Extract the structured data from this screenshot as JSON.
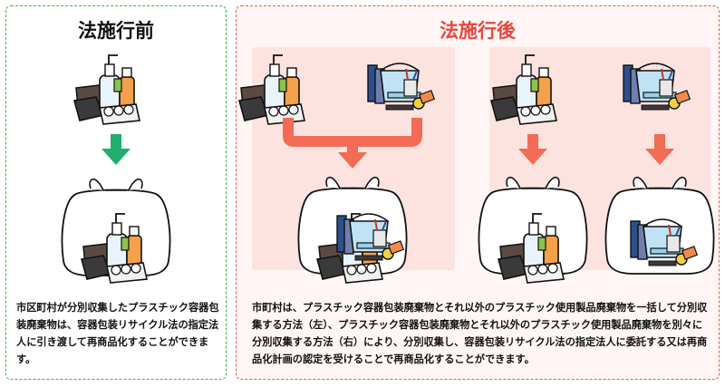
{
  "left": {
    "title": "法施行前",
    "description": "市区町村が分別収集したプラスチック容器包装廃棄物は、容器包装リサイクル法の指定法人に引き渡して再商品化することができます。"
  },
  "right": {
    "title": "法施行後",
    "description": "市町村は、プラスチック容器包装廃棄物とそれ以外のプラスチック使用製品廃棄物を一括して分別収集する方法（左）、プラスチック容器包装廃棄物とそれ以外のプラスチック使用製品廃棄物を別々に分別収集する方法（右）により、分別収集し、容器包装リサイクル法の指定法人に委託する又は再商品化計画の認定を受けることで再商品化することができます。"
  },
  "colors": {
    "left_border": "#3bb54a",
    "left_arrow": "#1fae6b",
    "right_border": "#e85a4f",
    "right_title": "#e8463f",
    "right_arrow": "#f26b55",
    "pink_fill": "#fde3e0"
  },
  "icons": [
    "plastic-containers-icon",
    "plastic-products-icon",
    "garbage-bag-icon",
    "down-arrow-icon",
    "merge-arrow-icon"
  ]
}
